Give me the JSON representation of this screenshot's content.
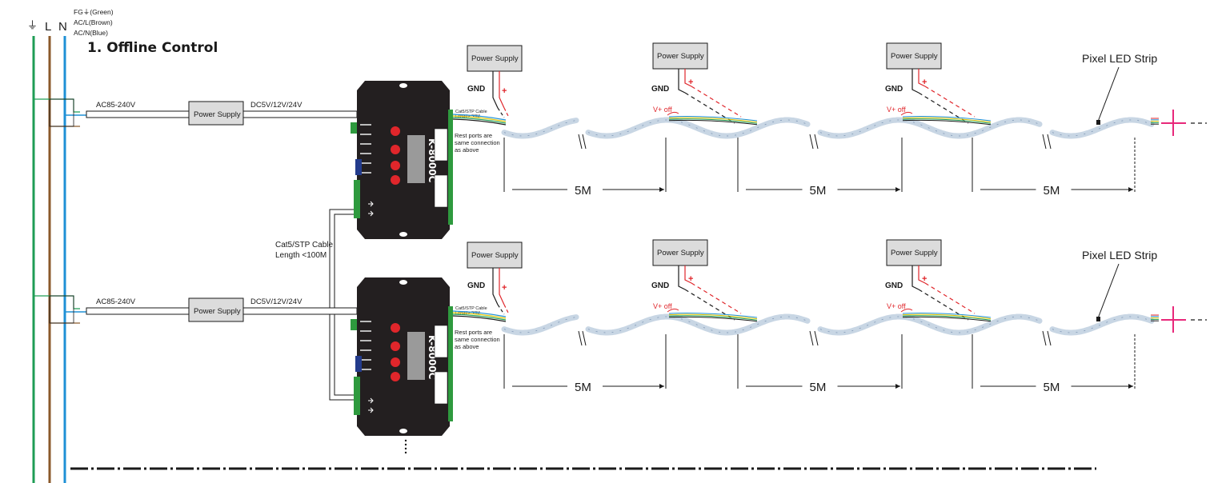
{
  "legend": {
    "ground_symbol": "⏚",
    "l_letter": "L",
    "n_letter": "N",
    "fg_line": "FG⏚(Green)",
    "l_line": "AC/L(Brown)",
    "n_line": "AC/N(Blue)"
  },
  "title": "1. Offline Control",
  "rows": [
    {
      "ac_label": "AC85-240V",
      "power_supply_main": "Power Supply",
      "dc_label": "DC5V/12V/24V",
      "controller_model": "K-8000C",
      "cable_small": "Cat5/STP Cable\nLength<30M",
      "rest_ports": "Rest ports are\nsame connection\nas above",
      "strip_power_supplies": [
        "Power Supply",
        "Power Supply",
        "Power Supply"
      ],
      "gnd_labels": [
        "GND",
        "GND",
        "GND"
      ],
      "plus_labels": [
        "+",
        "+",
        "+"
      ],
      "vplus_off": [
        "V+  off",
        "V+  off"
      ],
      "segment_lengths": [
        "5M",
        "5M",
        "5M"
      ],
      "strip_label": "Pixel LED Strip"
    },
    {
      "ac_label": "AC85-240V",
      "power_supply_main": "Power Supply",
      "dc_label": "DC5V/12V/24V",
      "controller_model": "K-8000C",
      "cable_small": "Cat5/STP Cable\nLength<30M",
      "rest_ports": "Rest ports are\nsame connection\nas above",
      "strip_power_supplies": [
        "Power Supply",
        "Power Supply",
        "Power Supply"
      ],
      "gnd_labels": [
        "GND",
        "GND",
        "GND"
      ],
      "plus_labels": [
        "+",
        "+",
        "+"
      ],
      "vplus_off": [
        "V+  off",
        "V+  off"
      ],
      "segment_lengths": [
        "5M",
        "5M",
        "5M"
      ],
      "strip_label": "Pixel LED Strip"
    }
  ],
  "cascade_cable": "Cat5/STP Cable\nLength <100M",
  "colors": {
    "wire_green": "#1f9d55",
    "wire_brown": "#8b5a2b",
    "wire_blue": "#1e90d6",
    "wire_red": "#e0262b",
    "controller_body": "#231f20",
    "button_red": "#e0262b",
    "terminal_green": "#2e9a3e",
    "plus_pink": "#e8287a"
  }
}
